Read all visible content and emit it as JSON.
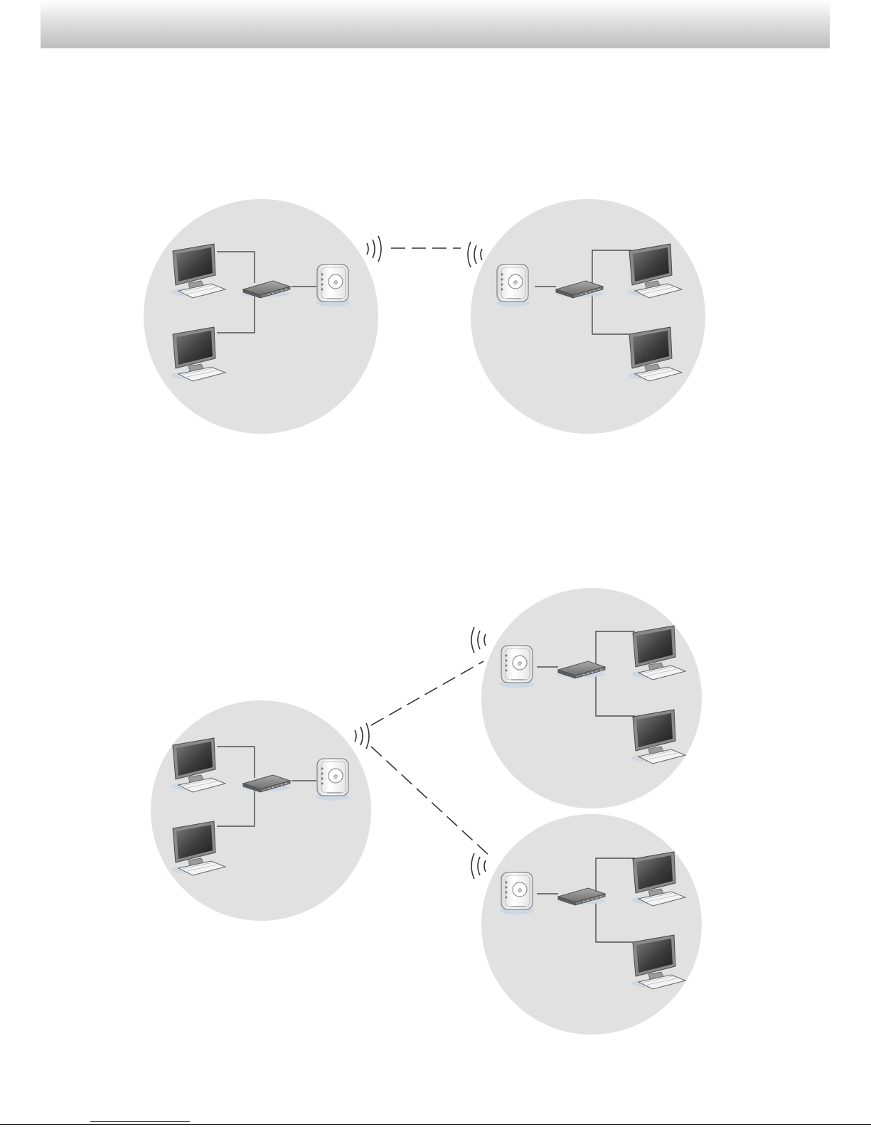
{
  "page": {
    "header_band": "gradient-header",
    "footer": {
      "rule": "black",
      "link_underline_color": "#2222cc"
    }
  },
  "colors": {
    "zone_fill": "#e1e1e1",
    "link_line": "#333333",
    "monitor_frame": "#8a8a8a",
    "screen_dark": "#3c3c3c",
    "keyboard": "#f4f4f4",
    "switch_body": "#909090",
    "ap_body": "#f7f7f7",
    "shadow_blue": "#c8d6e4"
  },
  "diagrams": [
    {
      "name": "point-to-point-bridge",
      "link_type": "dashed-wireless",
      "zones": [
        {
          "name": "lan-a",
          "devices": [
            "monitor-icon",
            "monitor-icon",
            "switch-icon",
            "access-point-icon"
          ]
        },
        {
          "name": "lan-b",
          "devices": [
            "access-point-icon",
            "switch-icon",
            "monitor-icon",
            "monitor-icon"
          ]
        }
      ]
    },
    {
      "name": "point-to-multipoint-bridge",
      "link_type": "dashed-wireless",
      "zones": [
        {
          "name": "lan-root",
          "devices": [
            "monitor-icon",
            "monitor-icon",
            "switch-icon",
            "access-point-icon"
          ]
        },
        {
          "name": "lan-remote-1",
          "devices": [
            "access-point-icon",
            "switch-icon",
            "monitor-icon",
            "monitor-icon"
          ]
        },
        {
          "name": "lan-remote-2",
          "devices": [
            "access-point-icon",
            "switch-icon",
            "monitor-icon",
            "monitor-icon"
          ]
        }
      ]
    }
  ]
}
